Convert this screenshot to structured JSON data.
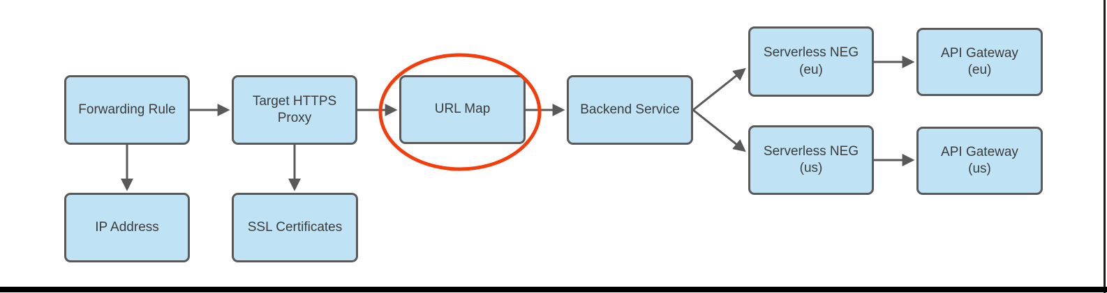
{
  "diagram": {
    "description": "Load balancer architecture flow diagram with URL Map highlighted",
    "nodes": [
      {
        "id": "forwarding-rule",
        "label": "Forwarding Rule"
      },
      {
        "id": "target-https-proxy",
        "label": "Target HTTPS\nProxy"
      },
      {
        "id": "url-map",
        "label": "URL Map",
        "highlighted": true
      },
      {
        "id": "backend-service",
        "label": "Backend Service"
      },
      {
        "id": "serverless-neg-eu",
        "label": "Serverless NEG\n(eu)"
      },
      {
        "id": "api-gateway-eu",
        "label": "API Gateway\n(eu)"
      },
      {
        "id": "serverless-neg-us",
        "label": "Serverless NEG\n(us)"
      },
      {
        "id": "api-gateway-us",
        "label": "API Gateway\n(us)"
      },
      {
        "id": "ip-address",
        "label": "IP Address"
      },
      {
        "id": "ssl-certificates",
        "label": "SSL Certificates"
      }
    ],
    "edges": [
      {
        "from": "forwarding-rule",
        "to": "target-https-proxy"
      },
      {
        "from": "target-https-proxy",
        "to": "url-map"
      },
      {
        "from": "url-map",
        "to": "backend-service"
      },
      {
        "from": "backend-service",
        "to": "serverless-neg-eu"
      },
      {
        "from": "backend-service",
        "to": "serverless-neg-us"
      },
      {
        "from": "serverless-neg-eu",
        "to": "api-gateway-eu"
      },
      {
        "from": "serverless-neg-us",
        "to": "api-gateway-us"
      },
      {
        "from": "forwarding-rule",
        "to": "ip-address"
      },
      {
        "from": "target-https-proxy",
        "to": "ssl-certificates"
      }
    ],
    "colors": {
      "node_fill": "#bfe3f5",
      "node_border": "#595959",
      "connector": "#595959",
      "highlight_ellipse": "#f53d0c",
      "text": "#3b3b3b",
      "background": "#ffffff",
      "frame": "#000000"
    }
  }
}
